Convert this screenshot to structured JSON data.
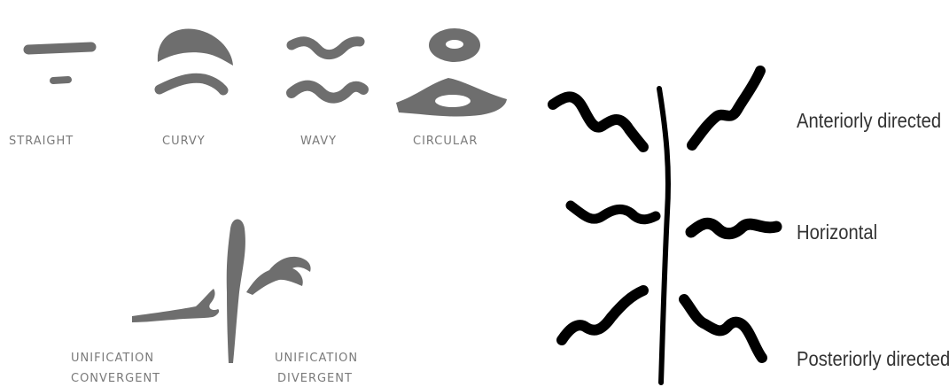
{
  "left_panel": {
    "shape_labels": {
      "straight": "STRAIGHT",
      "curvy": "CURVY",
      "wavy": "WAVY",
      "circular": "CIRCULAR"
    },
    "unification": {
      "convergent_line1": "UNIFICATION",
      "convergent_line2": "CONVERGENT",
      "divergent_line1": "UNIFICATION",
      "divergent_line2": "DIVERGENT"
    }
  },
  "right_panel": {
    "labels": {
      "anterior": "Anteriorly directed",
      "horizontal": "Horizontal",
      "posterior": "Posteriorly directed"
    }
  },
  "colors": {
    "shape_fill": "#6e6e6e",
    "label_gray": "#7a7a7a",
    "stroke_black": "#000000",
    "right_label": "#333333"
  }
}
